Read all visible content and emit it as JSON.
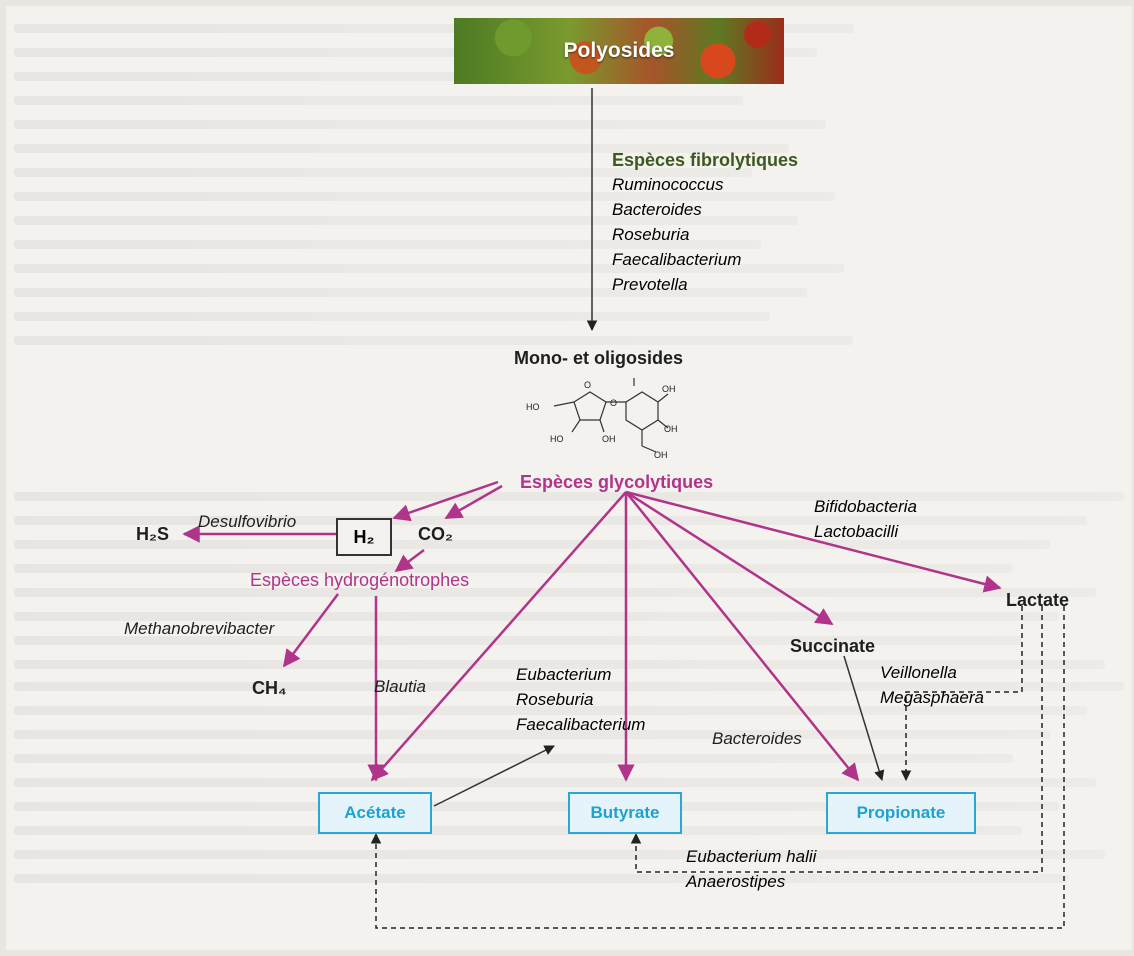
{
  "banner": {
    "label": "Polyosides"
  },
  "fibrolytic": {
    "heading": "Espèces fibrolytiques",
    "species": [
      "Ruminococcus",
      "Bacteroides",
      "Roseburia",
      "Faecalibacterium",
      "Prevotella"
    ]
  },
  "mono": {
    "label": "Mono- et oligosides"
  },
  "glycolytic": {
    "label": "Espèces glycolytiques"
  },
  "hydrogen": {
    "desulfo": "Desulfovibrio",
    "h2s": "H₂S",
    "h2": "H₂",
    "co2": "CO₂",
    "hydrogenotrophs": "Espèces hydrogénotrophes",
    "methanobrevibacter": "Methanobrevibacter",
    "ch4": "CH₄",
    "blautia": "Blautia"
  },
  "lactic": {
    "species": [
      "Bifidobacteria",
      "Lactobacilli"
    ],
    "lactate": "Lactate"
  },
  "succinate": {
    "label": "Succinate",
    "species": [
      "Veillonella",
      "Megasphaera"
    ]
  },
  "acetate_converters": [
    "Eubacterium",
    "Roseburia",
    "Faecalibacterium"
  ],
  "bacteroides_label": "Bacteroides",
  "butyrate_lactate": [
    "Eubacterium halii",
    "Anaerostipes"
  ],
  "products": {
    "acetate": "Acétate",
    "butyrate": "Butyrate",
    "propionate": "Propionate"
  },
  "molecule": {
    "name": "sugar-structure-icon",
    "labels": [
      "HO",
      "O",
      "O",
      "OH",
      "HO",
      "OH",
      "OH",
      "OH"
    ]
  },
  "colors": {
    "magenta": "#b0348a",
    "green": "#3d5a1e",
    "cyan": "#1ea1d2",
    "box_border": "#2ba7d6",
    "dark": "#1f1f1f"
  }
}
